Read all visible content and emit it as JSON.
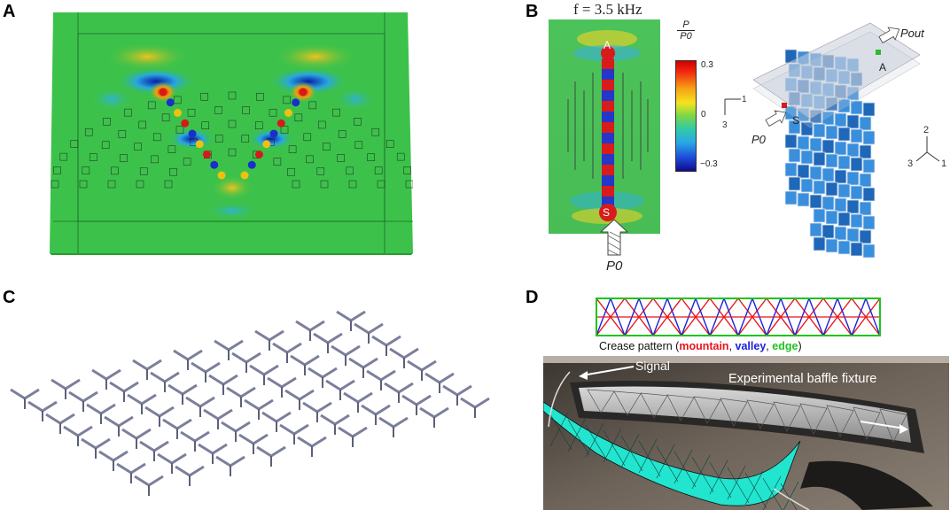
{
  "panels": {
    "a": {
      "label": "A"
    },
    "b": {
      "label": "B",
      "freq_label": "f = 3.5 kHz",
      "colorbar_title_num": "P",
      "colorbar_title_den": "P0",
      "colorbar_ticks": [
        "0.3",
        "0",
        "−0.3"
      ],
      "port_a": "A",
      "port_s": "S",
      "input_label": "P0",
      "cube_p_out": "Pout",
      "cube_p_0": "P0",
      "cube_a": "A",
      "cube_s": "S",
      "axis_small": [
        "1",
        "3"
      ],
      "axes_triad": [
        "2",
        "3",
        "1"
      ]
    },
    "c": {
      "label": "C"
    },
    "d": {
      "label": "D",
      "crease_caption_prefix": "Crease pattern (",
      "crease_mountain": "mountain",
      "crease_valley": "valley",
      "crease_edge": "edge",
      "crease_suffix": ")",
      "signal_label": "Signal",
      "fixture_label": "Experimental baffle fixture"
    }
  },
  "colors": {
    "mountain": "#e8141c",
    "valley": "#1a22d8",
    "edge": "#1ec51e",
    "field_green": "#3cc24a",
    "cube_blue": "#2f7fd0",
    "teal": "#21e5cf"
  }
}
